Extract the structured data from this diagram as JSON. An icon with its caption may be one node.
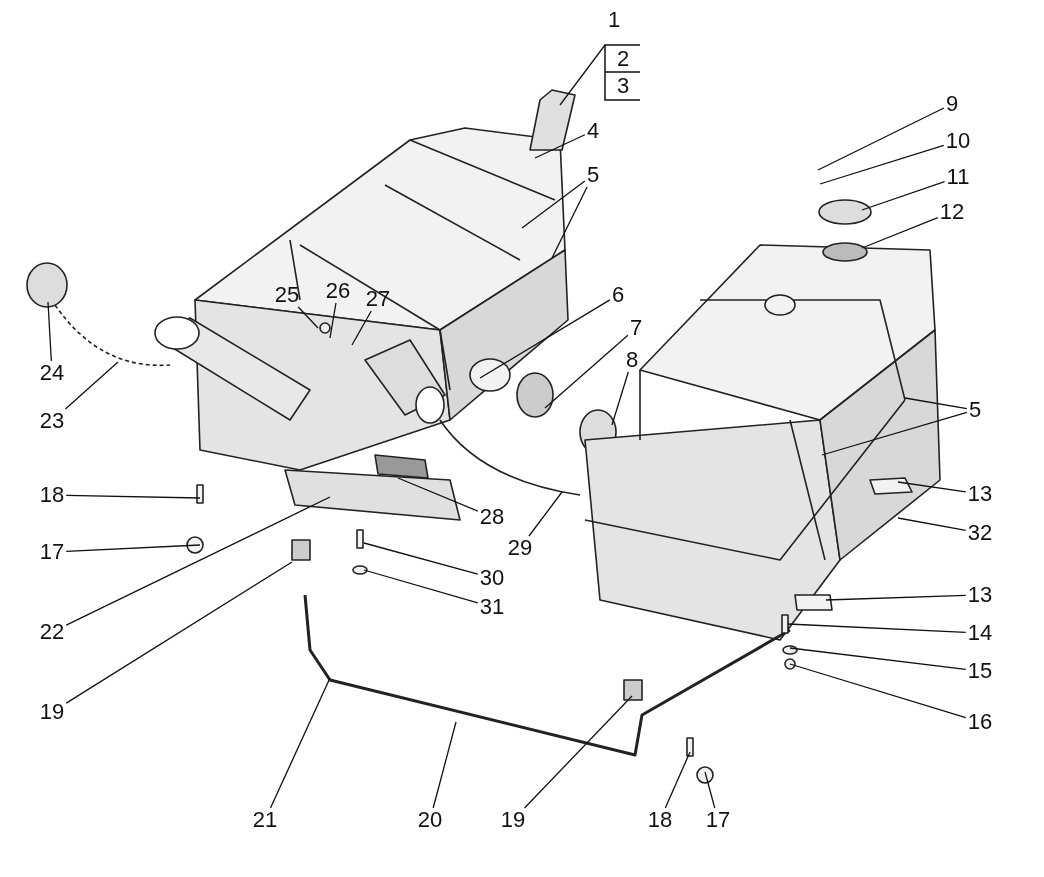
{
  "diagram": {
    "nodes": [
      {
        "text": [
          "1"
        ]
      },
      {
        "text": [
          "4"
        ]
      },
      {
        "text": [
          "5"
        ]
      },
      {
        "text": [
          "9"
        ]
      },
      {
        "text": [
          "10"
        ]
      },
      {
        "text": [
          "11"
        ]
      },
      {
        "text": [
          "12"
        ]
      },
      {
        "text": [
          "25"
        ]
      },
      {
        "text": [
          "26"
        ]
      },
      {
        "text": [
          "27"
        ]
      },
      {
        "text": [
          "6"
        ]
      },
      {
        "text": [
          "7"
        ]
      },
      {
        "text": [
          "8"
        ]
      },
      {
        "text": [
          "24"
        ]
      },
      {
        "text": [
          "5"
        ]
      },
      {
        "text": [
          "23"
        ]
      },
      {
        "text": [
          "18"
        ]
      },
      {
        "text": [
          "13"
        ]
      },
      {
        "text": [
          "28"
        ]
      },
      {
        "text": [
          "32"
        ]
      },
      {
        "text": [
          "29"
        ]
      },
      {
        "text": [
          "17"
        ]
      },
      {
        "text": [
          "30"
        ]
      },
      {
        "text": [
          "13"
        ]
      },
      {
        "text": [
          "31"
        ]
      },
      {
        "text": [
          "22"
        ]
      },
      {
        "text": [
          "14"
        ]
      },
      {
        "text": [
          "15"
        ]
      },
      {
        "text": [
          "19"
        ]
      },
      {
        "text": [
          "16"
        ]
      },
      {
        "text": [
          "21"
        ]
      },
      {
        "text": [
          "20"
        ]
      },
      {
        "text": [
          "19"
        ]
      },
      {
        "text": [
          "18"
        ]
      },
      {
        "text": [
          "17"
        ]
      }
    ],
    "edges": [
      {
        "from": 0,
        "to": null,
        "arrow": "none"
      },
      {
        "from": 1,
        "to": null,
        "arrow": "none"
      },
      {
        "from": 2,
        "to": null,
        "arrow": "none"
      },
      {
        "from": 2,
        "to": null,
        "arrow": "none"
      },
      {
        "from": 3,
        "to": null,
        "arrow": "none"
      },
      {
        "from": 4,
        "to": null,
        "arrow": "none"
      },
      {
        "from": 5,
        "to": null,
        "arrow": "none"
      },
      {
        "from": 6,
        "to": null,
        "arrow": "none"
      },
      {
        "from": 7,
        "to": null,
        "arrow": "none"
      },
      {
        "from": 8,
        "to": null,
        "arrow": "none"
      },
      {
        "from": 9,
        "to": null,
        "arrow": "none"
      },
      {
        "from": 10,
        "to": null,
        "arrow": "none"
      },
      {
        "from": 11,
        "to": null,
        "arrow": "none"
      },
      {
        "from": 12,
        "to": null,
        "arrow": "none"
      },
      {
        "from": 13,
        "to": null,
        "arrow": "none"
      },
      {
        "from": 14,
        "to": null,
        "arrow": "none"
      },
      {
        "from": 14,
        "to": null,
        "arrow": "none"
      },
      {
        "from": 15,
        "to": null,
        "arrow": "none"
      },
      {
        "from": 16,
        "to": null,
        "arrow": "none"
      },
      {
        "from": 17,
        "to": null,
        "arrow": "none"
      },
      {
        "from": 18,
        "to": null,
        "arrow": "none"
      },
      {
        "from": 19,
        "to": null,
        "arrow": "none"
      },
      {
        "from": 20,
        "to": null,
        "arrow": "none"
      },
      {
        "from": 21,
        "to": null,
        "arrow": "none"
      },
      {
        "from": 22,
        "to": null,
        "arrow": "none"
      },
      {
        "from": 23,
        "to": null,
        "arrow": "none"
      },
      {
        "from": 24,
        "to": null,
        "arrow": "none"
      },
      {
        "from": 25,
        "to": null,
        "arrow": "none"
      },
      {
        "from": 26,
        "to": null,
        "arrow": "none"
      },
      {
        "from": 27,
        "to": null,
        "arrow": "none"
      },
      {
        "from": 28,
        "to": null,
        "arrow": "none"
      },
      {
        "from": 29,
        "to": null,
        "arrow": "none"
      },
      {
        "from": 30,
        "to": null,
        "arrow": "none"
      },
      {
        "from": 31,
        "to": null,
        "arrow": "none"
      },
      {
        "from": 32,
        "to": null,
        "arrow": "none"
      },
      {
        "from": 33,
        "to": null,
        "arrow": "none"
      },
      {
        "from": 34,
        "to": null,
        "arrow": "none"
      }
    ],
    "labels": [
      "2",
      "3"
    ]
  }
}
